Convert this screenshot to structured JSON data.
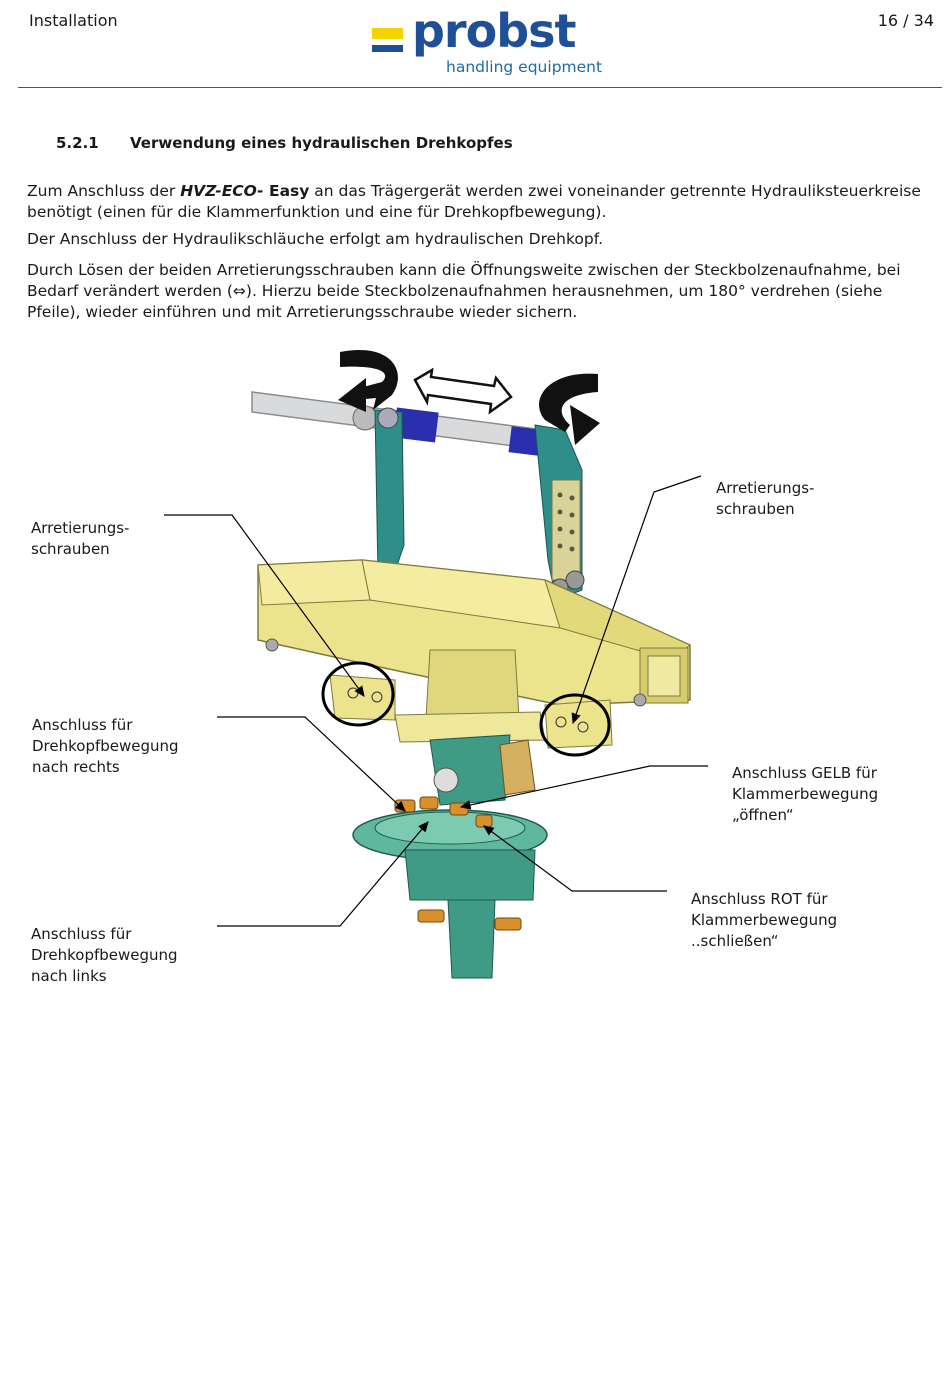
{
  "header": {
    "section": "Installation",
    "page": "16 / 34",
    "logo_word": "probst",
    "logo_sub": "handling equipment",
    "logo_bar_color": "#f5d200",
    "brand_color": "#1f4f97"
  },
  "section": {
    "number": "5.2.1",
    "title": "Verwendung eines hydraulischen Drehkopfes"
  },
  "paragraphs": {
    "p1_before": "Zum Anschluss der ",
    "p1_product_italic": "HVZ-ECO-",
    "p1_product_bold": " Easy",
    "p1_after": " an das Trägergerät werden zwei voneinander getrennte Hydrauliksteuerkreise benötigt (einen für die Klammerfunktion und eine für Drehkopfbewegung).",
    "p2": "Der Anschluss der Hydraulikschläuche erfolgt am hydraulischen Drehkopf.",
    "p3_before": "Durch Lösen der beiden Arretierungsschrauben kann die Öffnungsweite zwischen der Steckbolzenaufnahme, bei Bedarf verändert werden (",
    "p3_symbol": "⇔",
    "p3_after": "). Hierzu beide Steckbolzenaufnahmen herausnehmen, um 180° verdrehen (siehe Pfeile), wieder einführen und mit Arretierungsschraube wieder sichern."
  },
  "callouts": {
    "lock_left_1": "Arretierungs-",
    "lock_left_2": "schrauben",
    "lock_right_1": "Arretierungs-",
    "lock_right_2": "schrauben",
    "rot_right_1": "Anschluss für",
    "rot_right_2": "Drehkopfbewegung",
    "rot_right_3": "nach rechts",
    "rot_left_1": "Anschluss für",
    "rot_left_2": "Drehkopfbewegung",
    "rot_left_3": "nach links",
    "yellow_1": "Anschluss GELB für",
    "yellow_2": "Klammerbewegung",
    "yellow_3": "„öffnen“",
    "red_1": "Anschluss ROT für",
    "red_2": "Klammerbewegung",
    "red_3": "..schließen“"
  },
  "colors": {
    "frame_yellow": "#ece48c",
    "rotator_green": "#3f9a86",
    "bracket_teal": "#2e8e8a",
    "bushing_blue": "#2a2fae",
    "fitting_orange": "#d9902a"
  }
}
